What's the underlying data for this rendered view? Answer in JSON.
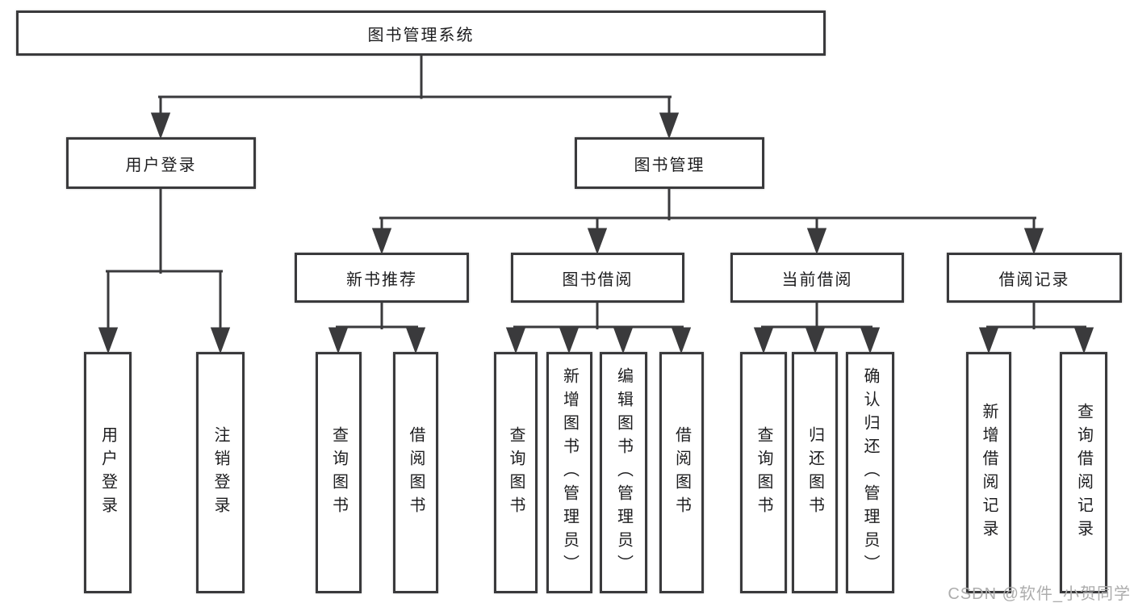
{
  "tree": {
    "root": "图书管理系统",
    "branches": [
      {
        "label": "用户登录",
        "children": [
          "用户登录",
          "注销登录"
        ]
      },
      {
        "label": "图书管理",
        "sections": [
          {
            "label": "新书推荐",
            "children": [
              "查询图书",
              "借阅图书"
            ]
          },
          {
            "label": "图书借阅",
            "children": [
              "查询图书",
              "新增图书（管理员）",
              "编辑图书（管理员）",
              "借阅图书"
            ]
          },
          {
            "label": "当前借阅",
            "children": [
              "查询图书",
              "归还图书",
              "确认归还（管理员）"
            ]
          },
          {
            "label": "借阅记录",
            "children": [
              "新增借阅记录",
              "查询借阅记录"
            ]
          }
        ]
      }
    ]
  },
  "watermark": "CSDN @软件_小贺同学",
  "colors": {
    "line": "#3a3a3c",
    "text": "#1d1d1f",
    "watermark": "#adadad",
    "background": "#ffffff"
  }
}
